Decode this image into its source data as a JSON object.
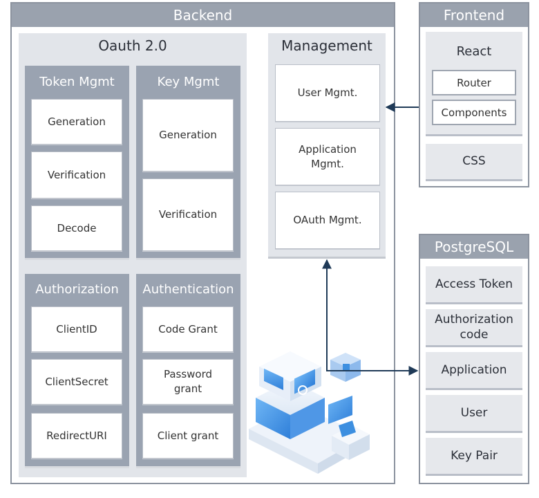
{
  "backend": {
    "title": "Backend",
    "oauth": {
      "title": "Oauth 2.0",
      "token_mgmt": {
        "title": "Token Mgmt",
        "items": [
          "Generation",
          "Verification",
          "Decode"
        ]
      },
      "key_mgmt": {
        "title": "Key Mgmt",
        "items": [
          "Generation",
          "Verification"
        ]
      },
      "authorization": {
        "title": "Authorization",
        "items": [
          "ClientID",
          "ClientSecret",
          "RedirectURI"
        ]
      },
      "authentication": {
        "title": "Authentication",
        "items": [
          "Code Grant",
          "Password\ngrant",
          "Client grant"
        ]
      }
    },
    "management": {
      "title": "Management",
      "items": [
        "User Mgmt.",
        "Application\nMgmt.",
        "OAuth Mgmt."
      ]
    }
  },
  "frontend": {
    "title": "Frontend",
    "react": {
      "title": "React",
      "items": [
        "Router",
        "Components"
      ]
    },
    "css": "CSS"
  },
  "postgresql": {
    "title": "PostgreSQL",
    "items": [
      "Access Token",
      "Authorization\ncode",
      "Application",
      "User",
      "Key Pair"
    ]
  },
  "colors": {
    "frame": "#8c939f",
    "header": "#9aa2ae",
    "arrow": "#1f3a57",
    "accent": "#3d8fe0"
  }
}
